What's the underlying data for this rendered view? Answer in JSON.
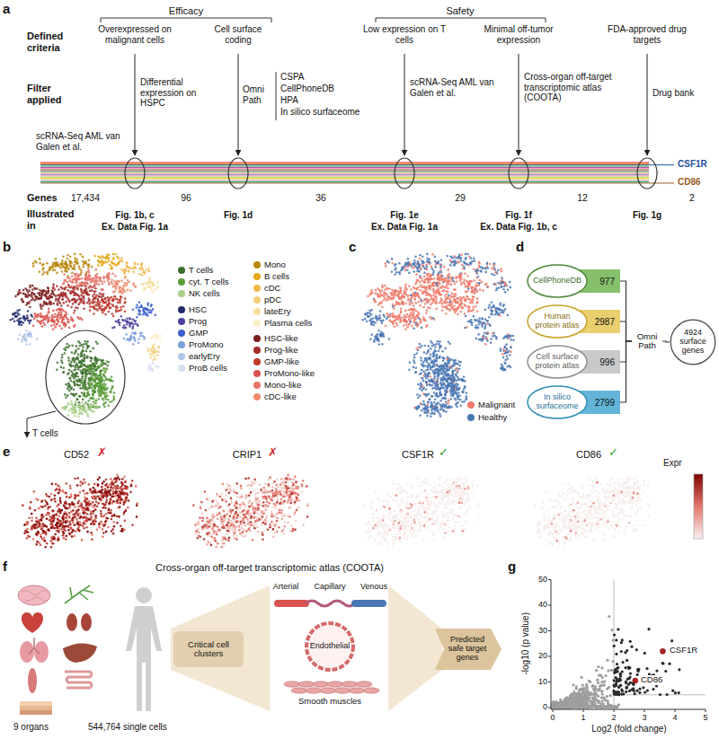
{
  "diagram": {
    "nodes": [
      {
        "text": [
          "CellPhoneDB",
          "977"
        ]
      },
      {
        "text": [
          "Human protein atlas",
          "2987"
        ]
      },
      {
        "text": [
          "Cell surface protein atlas",
          "996"
        ]
      },
      {
        "text": [
          "In silico surfaceome",
          "2799"
        ]
      },
      {
        "text": [
          "Omni Path"
        ]
      },
      {
        "text": [
          "4924 surface genes"
        ]
      },
      {
        "text": [
          "Critical cell clusters"
        ]
      },
      {
        "text": [
          "Endothelial"
        ]
      },
      {
        "text": [
          "Predicted safe target genes"
        ]
      }
    ],
    "edges": [
      {
        "from": 0,
        "to": 4,
        "arrow": "none"
      },
      {
        "from": 1,
        "to": 4,
        "arrow": "none"
      },
      {
        "from": 2,
        "to": 4,
        "arrow": "none"
      },
      {
        "from": 3,
        "to": 4,
        "arrow": "none"
      },
      {
        "from": 4,
        "to": 5,
        "arrow": "none"
      }
    ],
    "labels": [
      "a",
      "Defined criteria",
      "Efficacy",
      "Safety",
      "Overexpressed on malignant cells",
      "Cell surface coding",
      "Low expression on T cells",
      "Minimal off-tumor expression",
      "FDA-approved drug targets",
      "Filter applied",
      "Differential expression on HSPC",
      "Omni Path",
      "CSPA",
      "CellPhoneDB",
      "HPA",
      "In silico surfaceome",
      "scRNA-Seq AML van Galen et al.",
      "scRNA-Seq AML van Galen et al.",
      "Cross-organ off-target transcriptomic atlas (COOTA)",
      "Drug bank",
      "CSF1R",
      "CD86",
      "Genes",
      "17,434",
      "96",
      "36",
      "29",
      "12",
      "2",
      "Illustrated in",
      "Fig. 1b, c",
      "Ex. Data Fig. 1a",
      "Fig. 1d",
      "Fig. 1e",
      "Ex. Data Fig. 1a",
      "Fig. 1f",
      "Ex. Data Fig. 1b, c",
      "Fig. 1g",
      "b",
      "T cells",
      "c",
      "d",
      "e",
      "CD52",
      "✗",
      "CRIP1",
      "✗",
      "CSF1R",
      "✓",
      "CD86",
      "✓",
      "Expr",
      "f",
      "Cross-organ off-target transcriptomic atlas (COOTA)",
      "Arterial",
      "Capillary",
      "Venous",
      "Smooth muscles",
      "9 organs",
      "544,764 single cells",
      "g",
      "50",
      "40",
      "30",
      "20",
      "10",
      "0",
      "0",
      "1",
      "2",
      "3",
      "4",
      "5",
      "-log10 (p value)",
      "Log2 (fold change)",
      "CSF1R",
      "CD86"
    ],
    "legend": [
      {
        "text": "T cells",
        "color": "#3b6e2c"
      },
      {
        "text": "cyt. T cells",
        "color": "#5a9e3a"
      },
      {
        "text": "NK cells",
        "color": "#a8cf8a"
      },
      {
        "text": "HSC",
        "color": "#1f2a6b"
      },
      {
        "text": "Prog",
        "color": "#4b3f9e"
      },
      {
        "text": "GMP",
        "color": "#3a5fcd"
      },
      {
        "text": "ProMono",
        "color": "#7a9fd9"
      },
      {
        "text": "earlyEry",
        "color": "#b0c4e8"
      },
      {
        "text": "ProB cells",
        "color": "#d8dff0"
      },
      {
        "text": "Mono",
        "color": "#b8860b"
      },
      {
        "text": "B cells",
        "color": "#e6a817"
      },
      {
        "text": "cDC",
        "color": "#f0b94a"
      },
      {
        "text": "pDC",
        "color": "#f5cf7a"
      },
      {
        "text": "lateEry",
        "color": "#f8dfa0"
      },
      {
        "text": "Plasma cells",
        "color": "#fbeec8"
      },
      {
        "text": "HSC-like",
        "color": "#7a1f1f"
      },
      {
        "text": "Prog-like",
        "color": "#a52a2a"
      },
      {
        "text": "GMP-like",
        "color": "#c0392b"
      },
      {
        "text": "ProMono-like",
        "color": "#d9534f"
      },
      {
        "text": "Mono-like",
        "color": "#e57368"
      },
      {
        "text": "cDC-like",
        "color": "#f08c6e"
      },
      {
        "text": "Malignant",
        "color": "#f07b6b"
      },
      {
        "text": "Healthy",
        "color": "#4a78b5"
      }
    ]
  }
}
